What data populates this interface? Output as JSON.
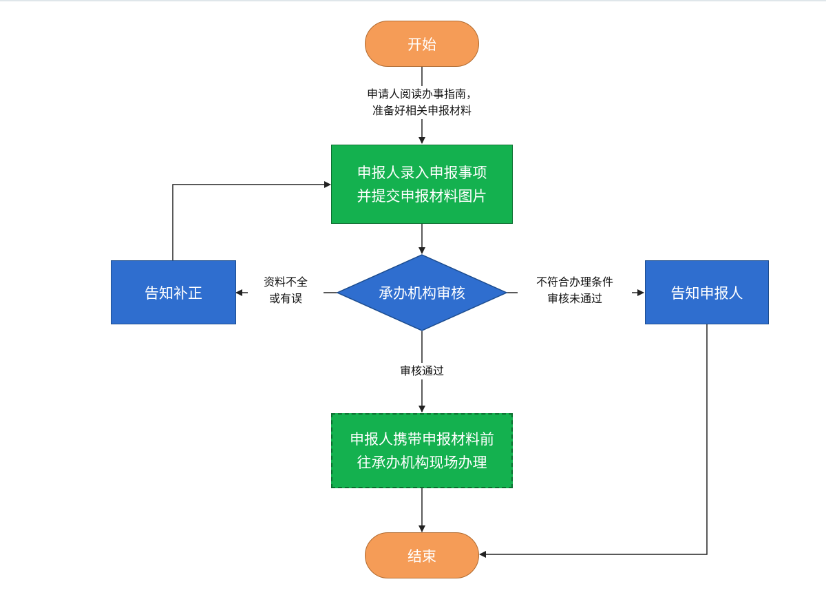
{
  "nodes": {
    "start": "开始",
    "submit": [
      "申报人录入申报事项",
      "并提交申报材料图片"
    ],
    "review": "承办机构审核",
    "notify_correction": "告知补正",
    "notify_applicant": "告知申报人",
    "onsite": [
      "申报人携带申报材料前",
      "往承办机构现场办理"
    ],
    "end": "结束"
  },
  "edges": {
    "start_to_submit": [
      "申请人阅读办事指南，",
      "准备好相关申报材料"
    ],
    "incomplete": [
      "资料不全",
      "或有误"
    ],
    "rejected": [
      "不符合办理条件",
      "审核未通过"
    ],
    "approved": "审核通过"
  },
  "colors": {
    "terminal": "#f59c57",
    "process": "#14b14f",
    "decision": "#2f6ecf",
    "notice": "#2f6ecf"
  }
}
